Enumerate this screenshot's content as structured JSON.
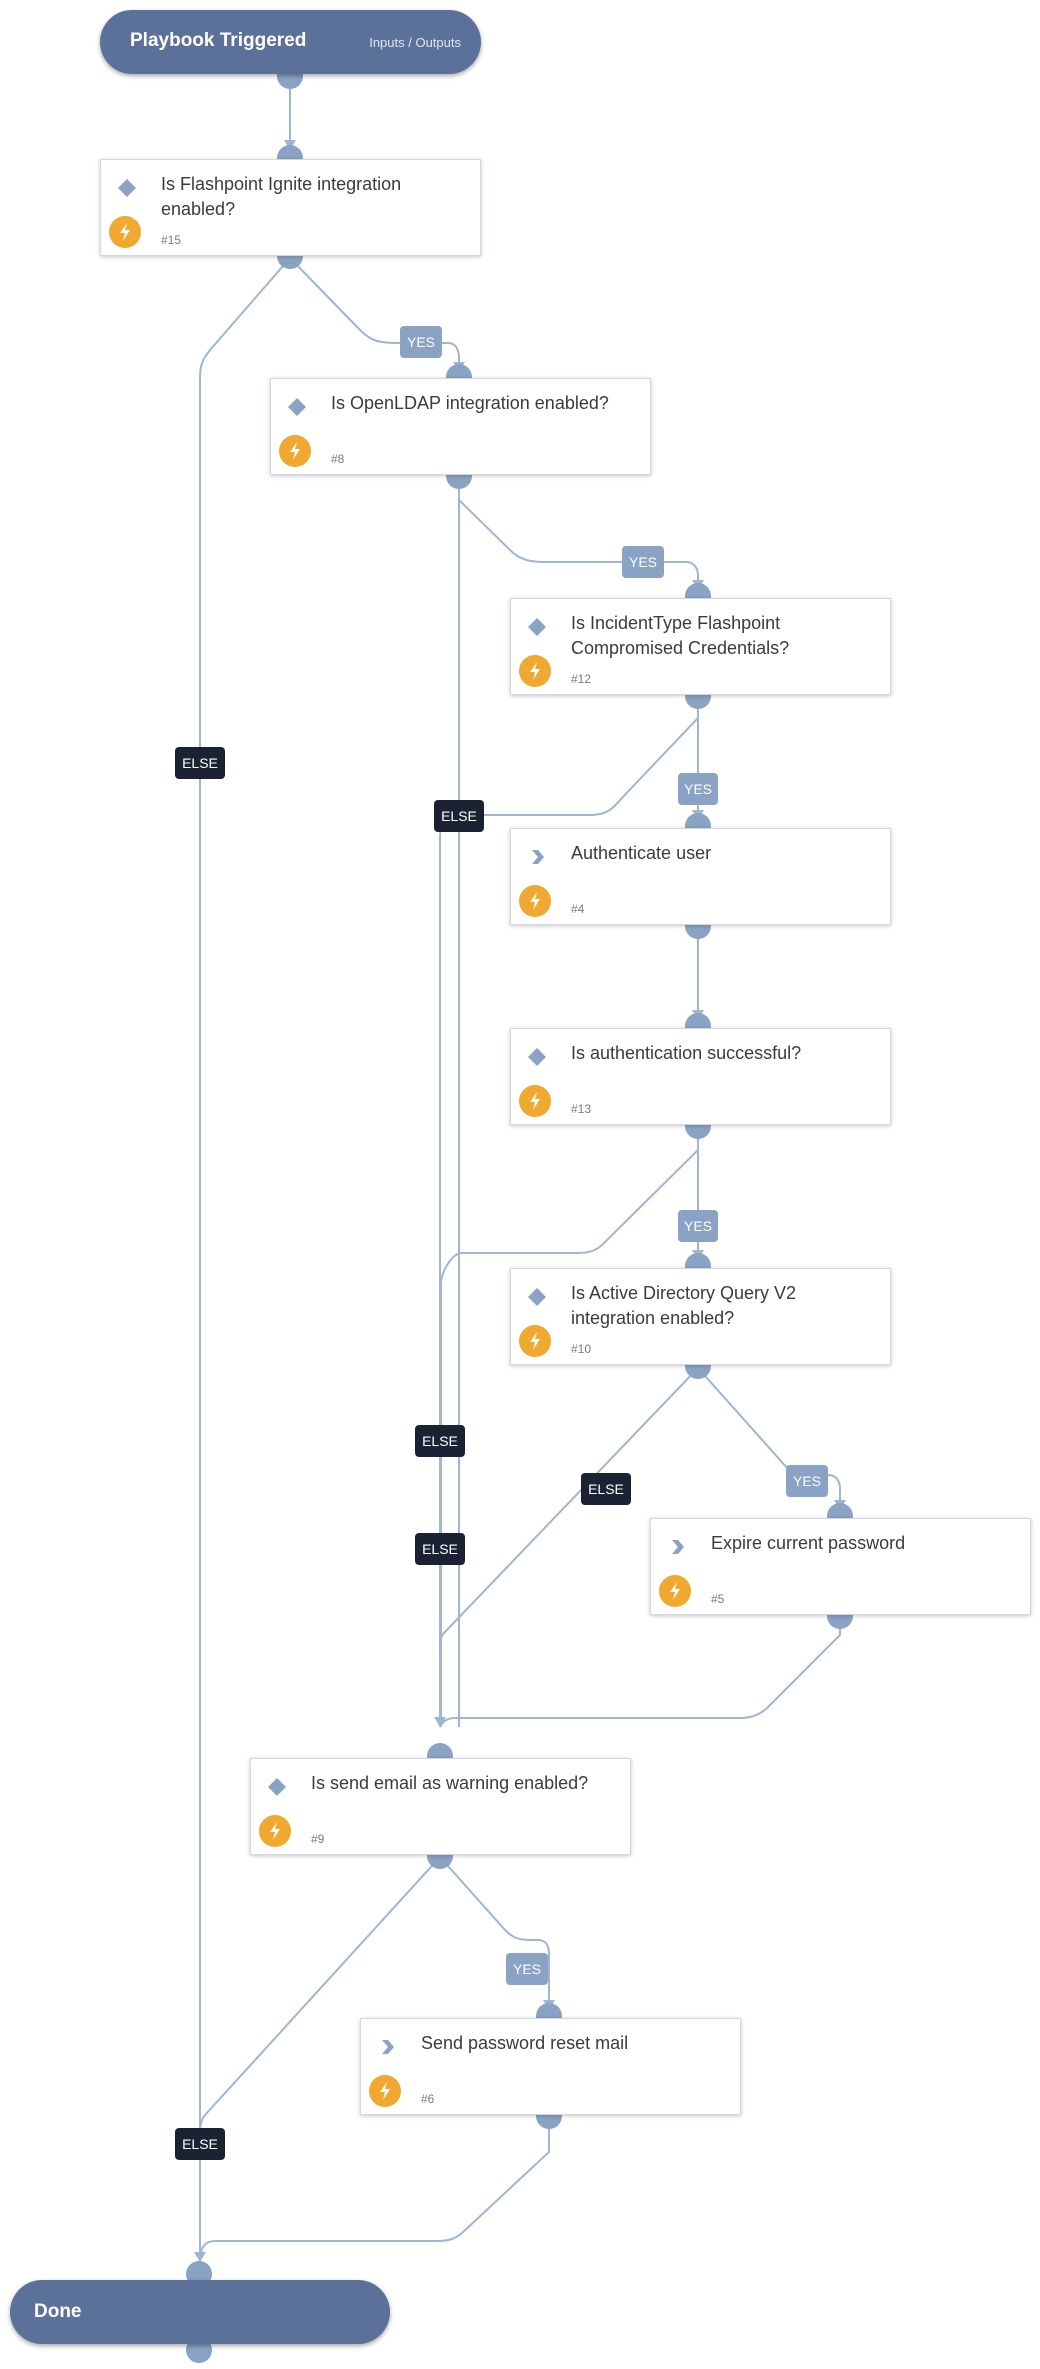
{
  "start": {
    "title": "Playbook Triggered",
    "link": "Inputs / Outputs"
  },
  "end": {
    "title": "Done"
  },
  "tasks": [
    {
      "id": "#15",
      "label": "Is Flashpoint Ignite integration enabled?",
      "type": "condition"
    },
    {
      "id": "#8",
      "label": "Is OpenLDAP integration enabled?",
      "type": "condition"
    },
    {
      "id": "#12",
      "label": "Is IncidentType Flashpoint Compromised Credentials?",
      "type": "condition"
    },
    {
      "id": "#4",
      "label": "Authenticate user",
      "type": "action"
    },
    {
      "id": "#13",
      "label": "Is authentication successful?",
      "type": "condition"
    },
    {
      "id": "#10",
      "label": "Is Active Directory Query V2 integration enabled?",
      "type": "condition"
    },
    {
      "id": "#5",
      "label": "Expire current password",
      "type": "action"
    },
    {
      "id": "#9",
      "label": "Is send email as warning enabled?",
      "type": "condition"
    },
    {
      "id": "#6",
      "label": "Send password reset mail",
      "type": "action"
    }
  ],
  "edge_labels": {
    "yes": "YES",
    "else": "ELSE"
  },
  "icons": {
    "condition": "diamond-icon",
    "action": "chevron-right-icon",
    "automation": "lightning-bolt-icon"
  },
  "colors": {
    "header": "#5c7199",
    "edge": "#9fb5d1",
    "connector": "#8aa3c4",
    "yes_label": "#8aa3c4",
    "else_label": "#1a2233",
    "bolt": "#f0a830"
  }
}
